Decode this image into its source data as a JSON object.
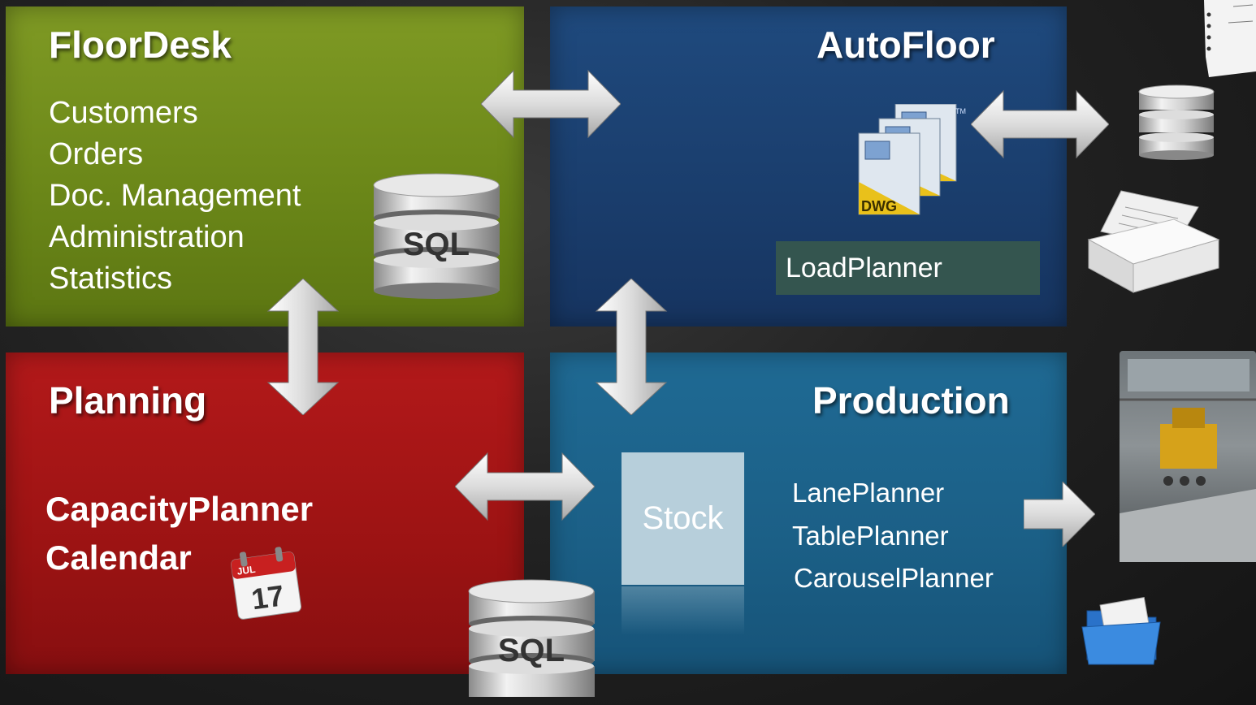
{
  "floordesk": {
    "title": "FloorDesk",
    "items": [
      "Customers",
      "Orders",
      "Doc. Management",
      "Administration",
      "Statistics"
    ],
    "sql_label": "SQL"
  },
  "autofloor": {
    "title": "AutoFloor",
    "dwg_label": "DWG",
    "tm_label": "TM",
    "loadplanner": "LoadPlanner"
  },
  "planning": {
    "title": "Planning",
    "items": [
      "CapacityPlanner",
      "Calendar"
    ],
    "calendar_icon": {
      "month": "JUL",
      "day": "17"
    }
  },
  "production": {
    "title": "Production",
    "stock": "Stock",
    "items": [
      "LanePlanner",
      "TablePlanner",
      "CarouselPlanner"
    ],
    "sql_label": "SQL"
  },
  "colors": {
    "floordesk": "#6a8618",
    "autofloor": "#1a3d6c",
    "planning": "#9c1313",
    "production": "#1b5f86",
    "loadplanner_bg": "#34554f",
    "stock_bg": "#b7cfdb"
  },
  "icons": [
    "sql-database-icon",
    "dwg-files-icon",
    "database-icon",
    "printer-icon",
    "factory-photo",
    "folder-icon",
    "calendar-icon",
    "note-paper-icon",
    "double-arrow-icon",
    "single-arrow-icon"
  ]
}
